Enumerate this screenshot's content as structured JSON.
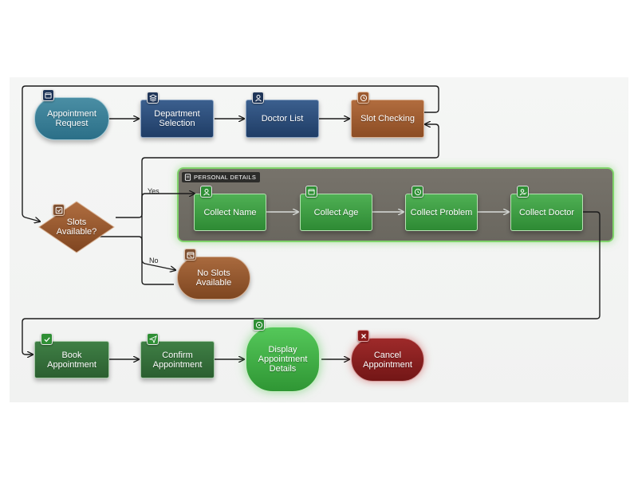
{
  "nodes": {
    "appointment_request": "Appointment\nRequest",
    "department_selection": "Department\nSelection",
    "doctor_list": "Doctor List",
    "slot_checking": "Slot Checking",
    "slots_available": "Slots\nAvailable?",
    "collect_name": "Collect Name",
    "collect_age": "Collect Age",
    "collect_problem": "Collect Problem",
    "collect_doctor": "Collect Doctor",
    "no_slots": "No Slots\nAvailable",
    "book_appointment": "Book\nAppointment",
    "confirm_appointment": "Confirm\nAppointment",
    "display_details": "Display\nAppointment\nDetails",
    "cancel_appointment": "Cancel\nAppointment"
  },
  "group": {
    "label": "PERSONAL DETAILS"
  },
  "edges": {
    "yes": "Yes",
    "no": "No"
  },
  "icons": {
    "appointment_request": "calendar-icon",
    "department_selection": "layers-icon",
    "doctor_list": "user-icon",
    "slot_checking": "clock-icon",
    "slots_available": "checkbox-icon",
    "collect_name": "user-icon",
    "collect_age": "calendar-icon",
    "collect_problem": "clock-icon",
    "collect_doctor": "user-check-icon",
    "no_slots": "calendar-x-icon",
    "book_appointment": "check-icon",
    "confirm_appointment": "send-icon",
    "display_details": "info-icon",
    "cancel_appointment": "close-icon",
    "group": "document-icon"
  },
  "colors": {
    "wire": "#1c1c1c",
    "wire_light": "#d9dcd9",
    "group_border": "#7fd36a"
  }
}
